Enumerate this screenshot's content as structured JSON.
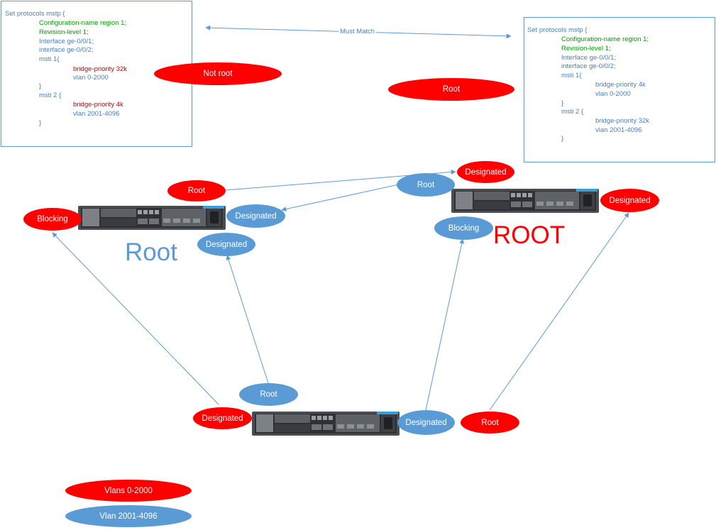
{
  "config_left": {
    "lines": [
      {
        "text": "Set protocols mstp {",
        "indent": 0,
        "color": "blue"
      },
      {
        "text": "Configuration-name  region 1;",
        "indent": 1,
        "color": "green"
      },
      {
        "text": "Revision-level 1;",
        "indent": 1,
        "color": "green"
      },
      {
        "text": "Interface ge-0/0/1;",
        "indent": 1,
        "color": "blue"
      },
      {
        "text": "interface ge-0/0/2;",
        "indent": 1,
        "color": "blue"
      },
      {
        "text": "msti 1{",
        "indent": 1,
        "color": "blue"
      },
      {
        "text": "bridge-priority 32k",
        "indent": 2,
        "color": "red"
      },
      {
        "text": "vlan 0-2000",
        "indent": 2,
        "color": "blue"
      },
      {
        "text": "}",
        "indent": 1,
        "color": "blue"
      },
      {
        "text": "msti 2 {",
        "indent": 1,
        "color": "blue"
      },
      {
        "text": "bridge-priority 4k",
        "indent": 2,
        "color": "red"
      },
      {
        "text": "vlan 2001-4096",
        "indent": 2,
        "color": "blue"
      },
      {
        "text": "}",
        "indent": 1,
        "color": "blue"
      }
    ]
  },
  "config_right": {
    "lines": [
      {
        "text": "Set protocols mstp {",
        "indent": 0,
        "color": "blue"
      },
      {
        "text": "Configuration-name  region 1;",
        "indent": 1,
        "color": "green"
      },
      {
        "text": "Revision-level 1;",
        "indent": 1,
        "color": "green"
      },
      {
        "text": "Interface ge-0/0/1;",
        "indent": 1,
        "color": "blue"
      },
      {
        "text": "interface ge-0/0/2;",
        "indent": 1,
        "color": "blue"
      },
      {
        "text": "msti 1{",
        "indent": 1,
        "color": "blue"
      },
      {
        "text": "bridge-priority 4k",
        "indent": 2,
        "color": "blue"
      },
      {
        "text": "vlan 0-2000",
        "indent": 2,
        "color": "blue"
      },
      {
        "text": "}",
        "indent": 1,
        "color": "blue"
      },
      {
        "text": "msti 2 {",
        "indent": 1,
        "color": "blue"
      },
      {
        "text": "bridge-priority 32k",
        "indent": 2,
        "color": "blue"
      },
      {
        "text": "vlan 2001-4096",
        "indent": 2,
        "color": "blue"
      },
      {
        "text": "}",
        "indent": 1,
        "color": "blue"
      }
    ]
  },
  "must_match_label": "Must Match",
  "labels": {
    "not_root_top": "Not root",
    "root_top": "Root",
    "sw1_root_red": "Root",
    "sw1_blocking": "Blocking",
    "sw1_designated_blue_1": "Designated",
    "sw1_designated_blue_2": "Designated",
    "sw2_designated_red_1": "Designated",
    "sw2_root_blue": "Root",
    "sw2_designated_red_2": "Designated",
    "sw2_blocking_blue": "Blocking",
    "sw3_root_blue": "Root",
    "sw3_designated_red": "Designated",
    "sw3_designated_blue": "Designated",
    "sw3_root_red": "Root",
    "root_big_blue": "Root",
    "root_big_red": "ROOT"
  },
  "legend": {
    "red_label": "Vlans 0-2000",
    "blue_label": "Vlan 2001-4096"
  },
  "colors": {
    "red": "#ff0000",
    "blue": "#5b9bd5",
    "text_blue": "#4a7ebb",
    "text_green": "#00a000",
    "text_red": "#d00000"
  }
}
